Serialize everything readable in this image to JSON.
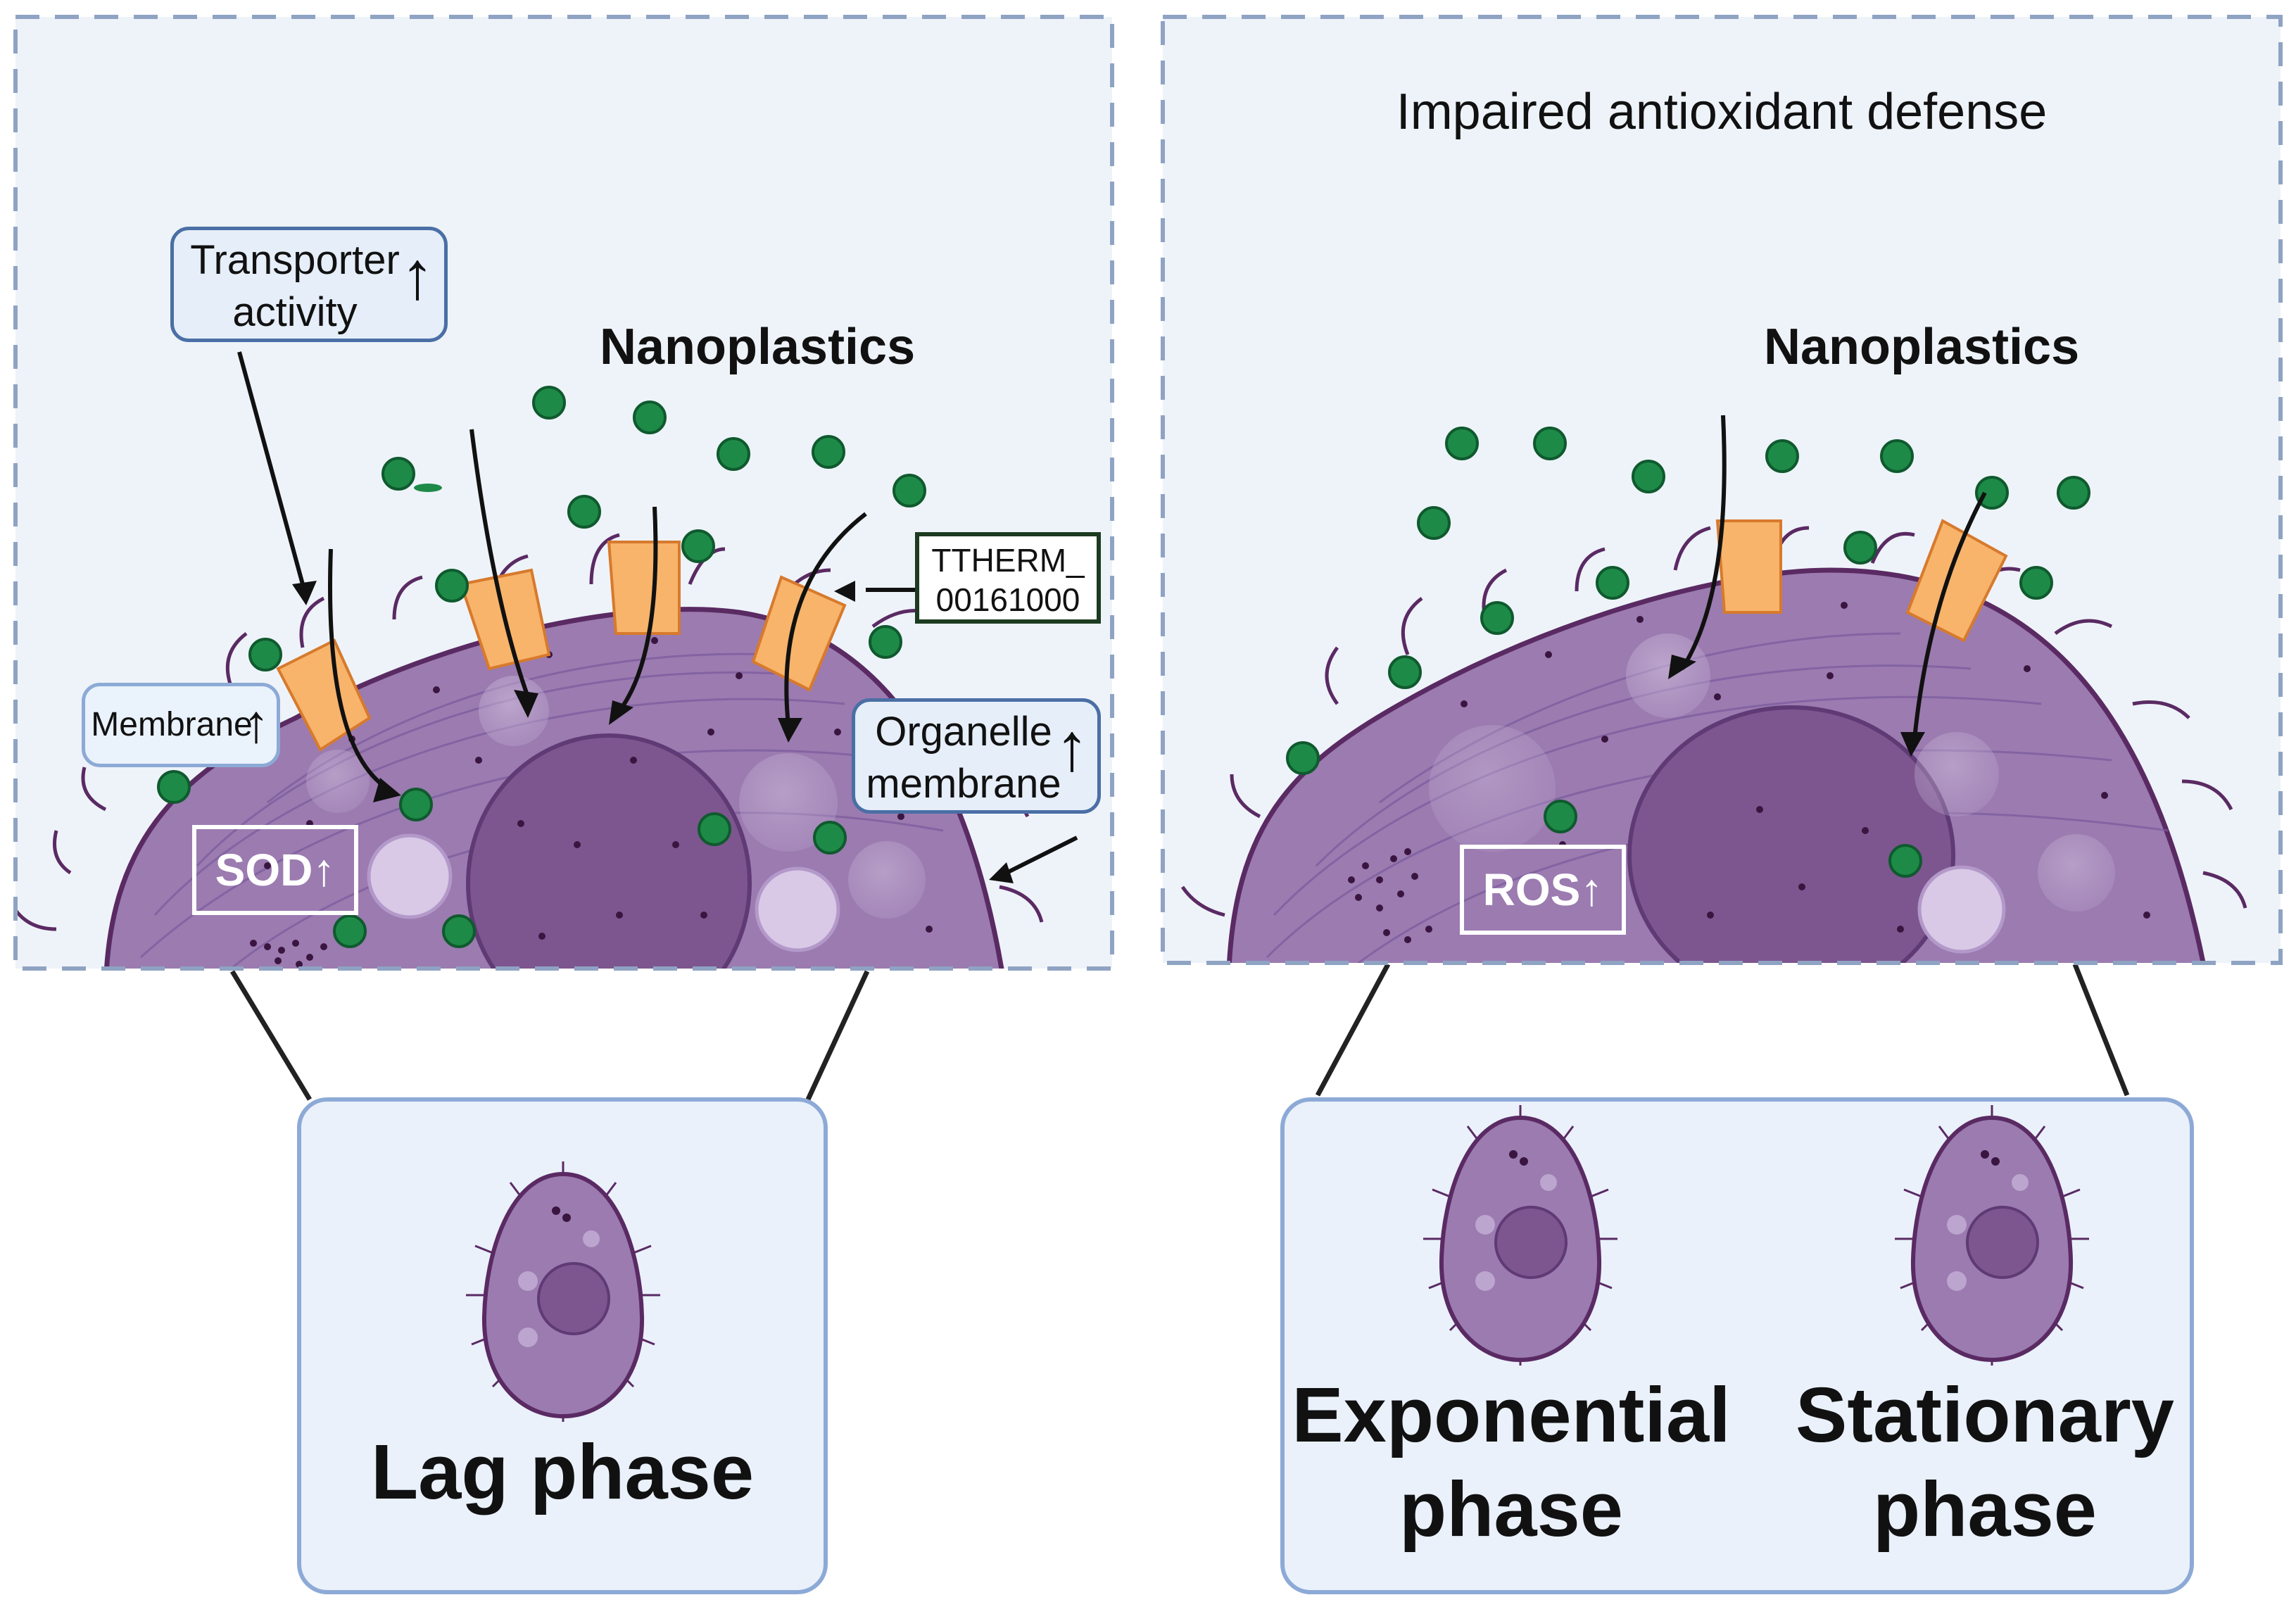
{
  "left_panel": {
    "nanoplastics_label": "Nanoplastics",
    "transporter_line1": "Transporter",
    "transporter_line2": "activity",
    "membrane_label": "Membrane",
    "organelle_line1": "Organelle",
    "organelle_line2": "membrane",
    "gene_line1": "TTHERM_",
    "gene_line2": "00161000",
    "sod_label": "SOD"
  },
  "right_panel": {
    "title": "Impaired antioxidant defense",
    "nanoplastics_label": "Nanoplastics",
    "ros_label": "ROS"
  },
  "phases": {
    "lag": "Lag phase",
    "exponential_line1": "Exponential",
    "exponential_line2": "phase",
    "stationary_line1": "Stationary",
    "stationary_line2": "phase"
  },
  "colors": {
    "panel_bg": "#eef3f9",
    "panel_border": "#8fa3c3",
    "cell_fill": "#9b7bb0",
    "cell_edge": "#5a2a63",
    "nucleus": "#7d568f",
    "particle": "#1e8a48",
    "transporter": "#f7b46a",
    "phase_box_bg": "#eaf1fb",
    "phase_box_border": "#8daad6"
  },
  "up_arrow_glyph": "↑"
}
